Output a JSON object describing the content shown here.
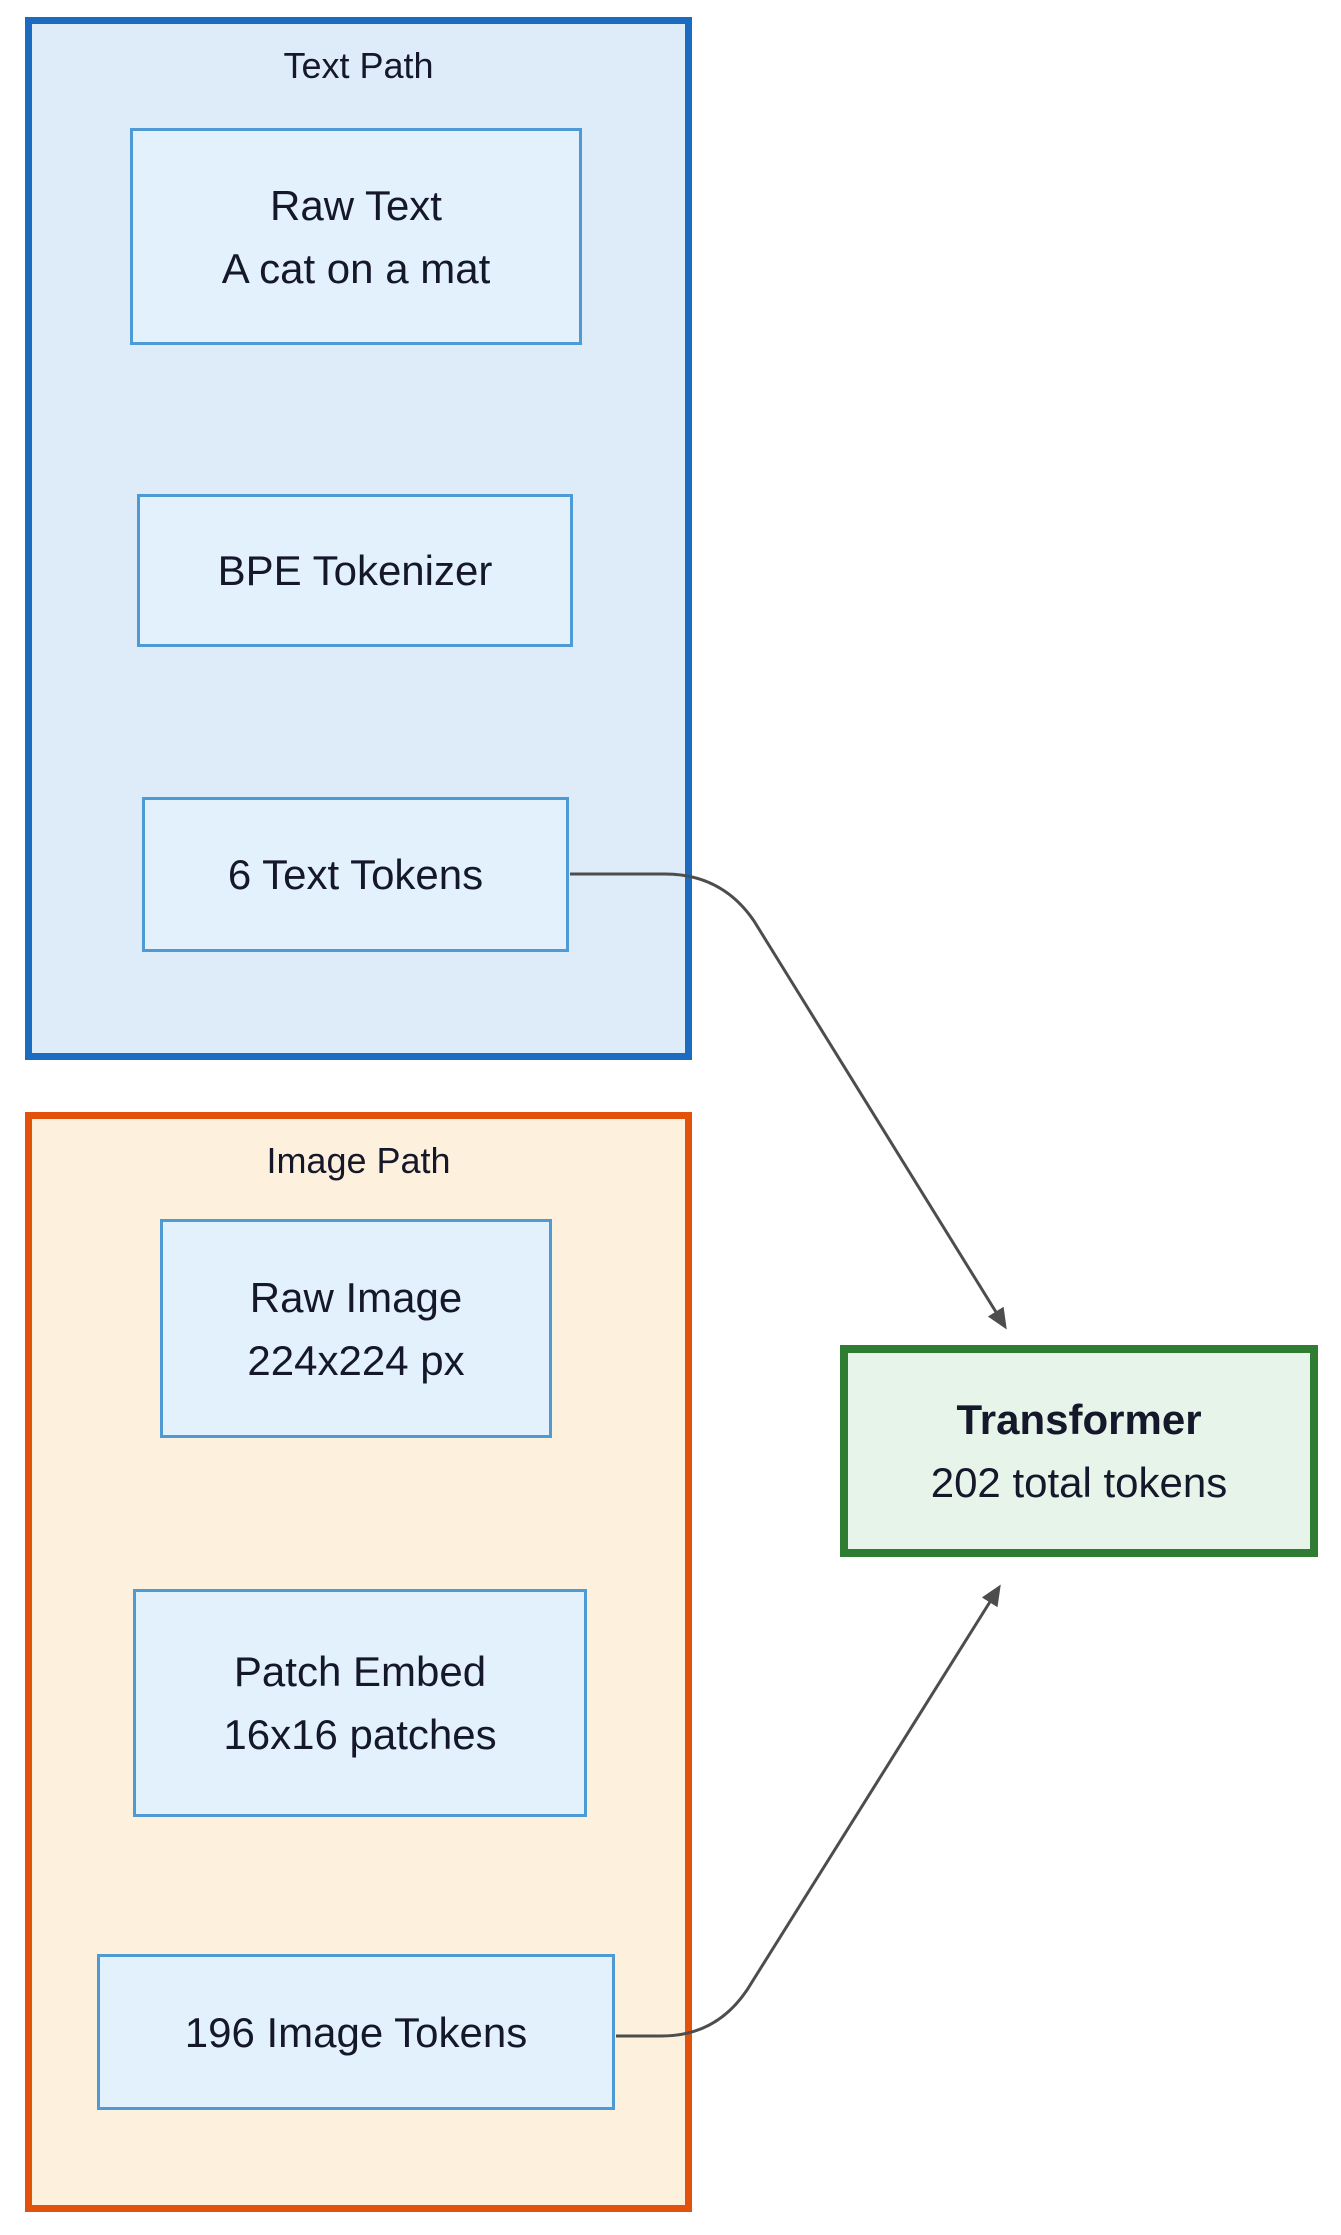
{
  "diagram": {
    "text_path": {
      "title": "Text Path",
      "nodes": {
        "raw_text": {
          "line1": "Raw Text",
          "line2": "A cat on a mat"
        },
        "bpe_tokenizer": {
          "label": "BPE Tokenizer"
        },
        "text_tokens": {
          "label": "6 Text Tokens"
        }
      }
    },
    "image_path": {
      "title": "Image Path",
      "nodes": {
        "raw_image": {
          "line1": "Raw Image",
          "line2": "224x224 px"
        },
        "patch_embed": {
          "line1": "Patch Embed",
          "line2": "16x16 patches"
        },
        "image_tokens": {
          "label": "196 Image Tokens"
        }
      }
    },
    "transformer": {
      "title": "Transformer",
      "subtitle": "202 total tokens"
    },
    "edges": [
      {
        "from": "6 Text Tokens",
        "to": "Transformer"
      },
      {
        "from": "196 Image Tokens",
        "to": "Transformer"
      }
    ],
    "colors": {
      "text_path_border": "#1b6cc0",
      "text_path_fill": "#deecfa",
      "image_path_border": "#e3520b",
      "image_path_fill": "#fdf0dc",
      "node_border": "#4d9ad4",
      "node_fill": "#e3f1fc",
      "transformer_border": "#2f7d32",
      "transformer_fill": "#e7f4e9",
      "arrow": "#4d4d4d",
      "text": "#15172b"
    }
  }
}
